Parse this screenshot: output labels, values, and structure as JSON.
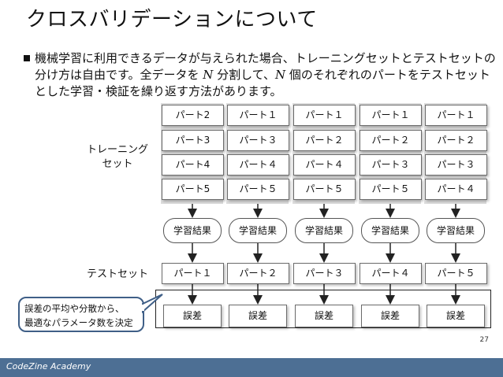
{
  "slide": {
    "title": "クロスバリデーションについて",
    "bullet_pre": "機械学習に利用できるデータが与えられた場合、トレーニングセットとテストセットの分け方は自由です。全データを ",
    "bullet_n1": "N",
    "bullet_mid": " 分割して、",
    "bullet_n2": "N",
    "bullet_post": " 個のそれぞれのパートをテストセットとした学習・検証を繰り返す方法があります。",
    "page_number": "27",
    "footer": "CodeZine Academy"
  },
  "diagram": {
    "training_label_line1": "トレーニング",
    "training_label_line2": "セット",
    "test_label": "テストセット",
    "columns": [
      {
        "training": [
          "パート2",
          "パート3",
          "パート4",
          "パート5"
        ],
        "result": "学習結果",
        "test": "パート１",
        "error": "誤差"
      },
      {
        "training": [
          "パート１",
          "パート３",
          "パート４",
          "パート５"
        ],
        "result": "学習結果",
        "test": "パート２",
        "error": "誤差"
      },
      {
        "training": [
          "パート１",
          "パート２",
          "パート４",
          "パート５"
        ],
        "result": "学習結果",
        "test": "パート３",
        "error": "誤差"
      },
      {
        "training": [
          "パート１",
          "パート２",
          "パート３",
          "パート５"
        ],
        "result": "学習結果",
        "test": "パート４",
        "error": "誤差"
      },
      {
        "training": [
          "パート１",
          "パート２",
          "パート３",
          "パート４"
        ],
        "result": "学習結果",
        "test": "パート５",
        "error": "誤差"
      }
    ],
    "callout_line1": "誤差の平均や分散から、",
    "callout_line2": "最適なパラメータ数を決定"
  },
  "colors": {
    "footer_bg": "#4d6f94",
    "callout_border": "#3f5f87"
  }
}
